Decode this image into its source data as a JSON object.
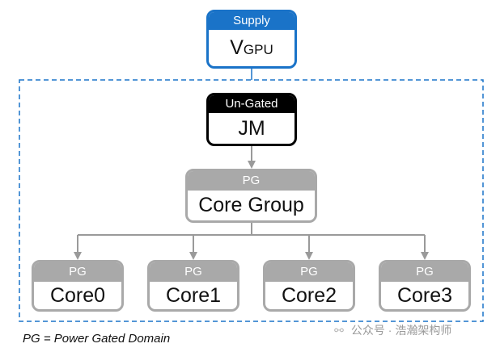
{
  "colors": {
    "supply_accent": "#1a73c8",
    "ungated_accent": "#000000",
    "power_gated_accent": "#a9a9a9",
    "connector": "#9a9a9a",
    "domain_border": "#1a73c8"
  },
  "supply": {
    "header": "Supply",
    "name_main": "V",
    "name_sub": "GPU"
  },
  "ungated": {
    "header": "Un-Gated",
    "name": "JM"
  },
  "core_group": {
    "header": "PG",
    "name": "Core Group"
  },
  "cores": [
    {
      "header": "PG",
      "name": "Core0"
    },
    {
      "header": "PG",
      "name": "Core1"
    },
    {
      "header": "PG",
      "name": "Core2"
    },
    {
      "header": "PG",
      "name": "Core3"
    }
  ],
  "legend": "PG = Power Gated Domain",
  "watermark": {
    "icon": "wechat-icon",
    "text": "公众号 · 浩瀚架构师"
  }
}
